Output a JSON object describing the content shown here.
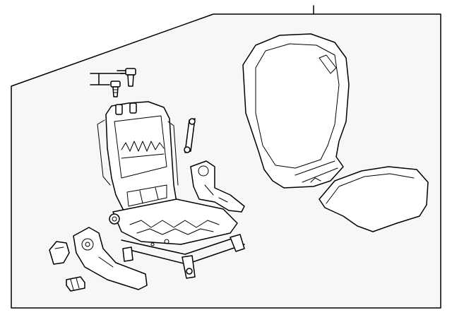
{
  "diagram": {
    "kind": "exploded-parts-illustration",
    "callouts": [],
    "parts": [
      {
        "id": "seat-back-cushion",
        "icon": "seat-back-cushion-icon"
      },
      {
        "id": "seat-cushion-pad",
        "icon": "seat-cushion-pad-icon"
      },
      {
        "id": "seat-frame",
        "icon": "seat-frame-icon"
      },
      {
        "id": "headrest-guides",
        "icon": "headrest-guide-icon"
      },
      {
        "id": "recliner-link",
        "icon": "link-rod-icon"
      },
      {
        "id": "inner-side-shield",
        "icon": "side-shield-icon"
      },
      {
        "id": "outer-side-shield",
        "icon": "side-shield-icon"
      },
      {
        "id": "recline-handle",
        "icon": "handle-icon"
      },
      {
        "id": "clip",
        "icon": "clip-icon"
      }
    ],
    "colors": {
      "line": "#000000",
      "background": "#ffffff",
      "panel": "#f7f7f7"
    }
  }
}
